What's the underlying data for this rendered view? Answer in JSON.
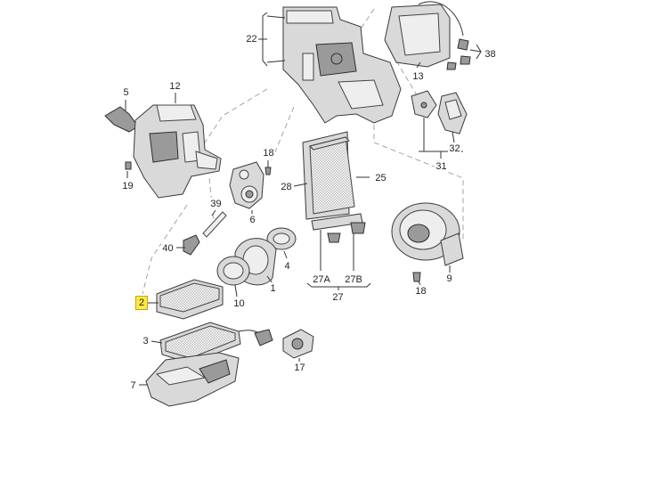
{
  "diagram": {
    "callouts": [
      {
        "id": "c22",
        "label": "22",
        "highlight": false
      },
      {
        "id": "c13",
        "label": "13",
        "highlight": false
      },
      {
        "id": "c38",
        "label": "38",
        "highlight": false
      },
      {
        "id": "c5",
        "label": "5",
        "highlight": false
      },
      {
        "id": "c12",
        "label": "12",
        "highlight": false
      },
      {
        "id": "c32",
        "label": "32",
        "highlight": false
      },
      {
        "id": "c31",
        "label": "31",
        "highlight": false
      },
      {
        "id": "c18a",
        "label": "18",
        "highlight": false
      },
      {
        "id": "c19",
        "label": "19",
        "highlight": false
      },
      {
        "id": "c28",
        "label": "28",
        "highlight": false
      },
      {
        "id": "c25",
        "label": "25",
        "highlight": false
      },
      {
        "id": "c39",
        "label": "39",
        "highlight": false
      },
      {
        "id": "c6",
        "label": "6",
        "highlight": false
      },
      {
        "id": "c40",
        "label": "40",
        "highlight": false
      },
      {
        "id": "c4",
        "label": "4",
        "highlight": false
      },
      {
        "id": "c1",
        "label": "1",
        "highlight": false
      },
      {
        "id": "c27A",
        "label": "27A",
        "highlight": false
      },
      {
        "id": "c27B",
        "label": "27B",
        "highlight": false
      },
      {
        "id": "c27",
        "label": "27",
        "highlight": false
      },
      {
        "id": "c9",
        "label": "9",
        "highlight": false
      },
      {
        "id": "c18b",
        "label": "18",
        "highlight": false
      },
      {
        "id": "c2",
        "label": "2",
        "highlight": true
      },
      {
        "id": "c10",
        "label": "10",
        "highlight": false
      },
      {
        "id": "c3",
        "label": "3",
        "highlight": false
      },
      {
        "id": "c17",
        "label": "17",
        "highlight": false
      },
      {
        "id": "c7",
        "label": "7",
        "highlight": false
      }
    ]
  }
}
